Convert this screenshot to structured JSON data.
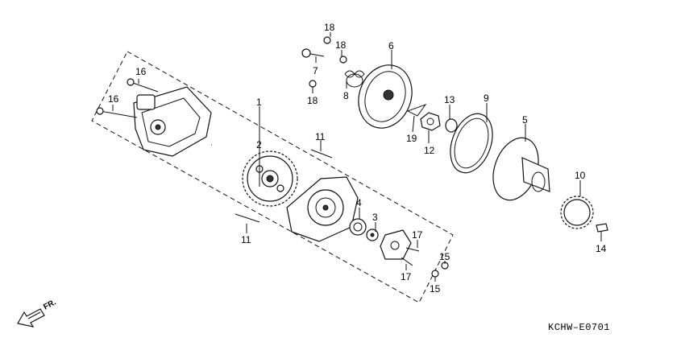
{
  "diagram": {
    "callouts": [
      "1",
      "2",
      "3",
      "4",
      "5",
      "6",
      "7",
      "8",
      "9",
      "10",
      "11",
      "11",
      "12",
      "13",
      "14",
      "15",
      "15",
      "16",
      "16",
      "17",
      "17",
      "18",
      "18",
      "18",
      "19"
    ],
    "direction_label": "FR.",
    "diagram_code": "KCHW–E0701"
  }
}
